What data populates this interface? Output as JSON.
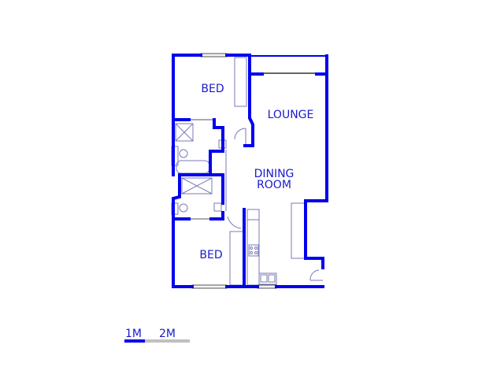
{
  "floorplan": {
    "wall_color": "#0000ee",
    "fixture_color": "#7a7ab8",
    "rooms": [
      {
        "id": "bed-top",
        "label": "BED"
      },
      {
        "id": "lounge",
        "label": "LOUNGE"
      },
      {
        "id": "dining",
        "label_line1": "DINING",
        "label_line2": "ROOM"
      },
      {
        "id": "bed-bottom",
        "label": "BED"
      }
    ]
  },
  "scale": {
    "label_1": "1M",
    "label_2": "2M",
    "primary_color": "#0000ee",
    "secondary_color": "#c0c0c0"
  }
}
